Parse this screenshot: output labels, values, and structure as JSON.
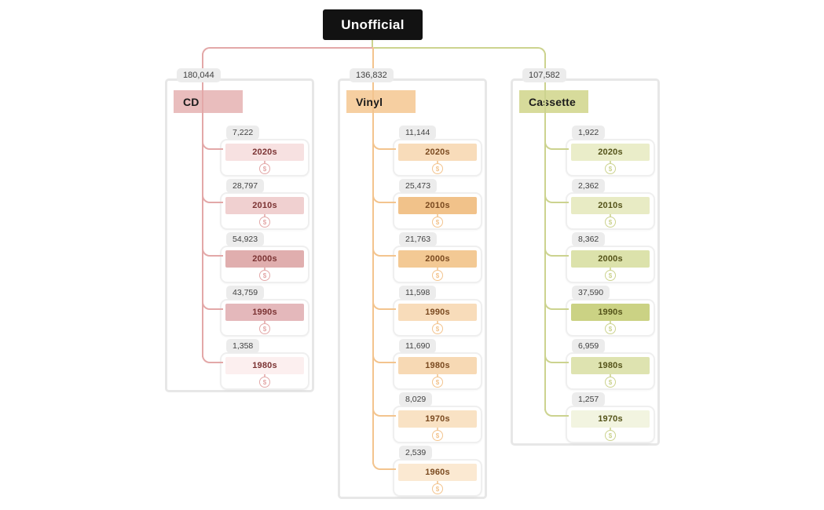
{
  "root": {
    "label": "Unofficial",
    "bg": "#121212",
    "text_color": "#ffffff"
  },
  "icon": {
    "name": "dollar-circle-icon",
    "glyph": "$"
  },
  "badge_bg": "#ececec",
  "groups": [
    {
      "name": "CD",
      "total": "180,044",
      "colors": {
        "line": "#e3a8a8",
        "header_bg": "#e9bdbd",
        "label_text": "#7b3333"
      },
      "children": [
        {
          "label": "2020s",
          "count": "7,222",
          "bar_bg": "#f7e1e1"
        },
        {
          "label": "2010s",
          "count": "28,797",
          "bar_bg": "#f0d0d0"
        },
        {
          "label": "2000s",
          "count": "54,923",
          "bar_bg": "#e0aeae"
        },
        {
          "label": "1990s",
          "count": "43,759",
          "bar_bg": "#e4b8bb"
        },
        {
          "label": "1980s",
          "count": "1,358",
          "bar_bg": "#fcefef"
        }
      ]
    },
    {
      "name": "Vinyl",
      "total": "136,832",
      "colors": {
        "line": "#f3c48e",
        "header_bg": "#f6cfa1",
        "label_text": "#7a4a20"
      },
      "children": [
        {
          "label": "2020s",
          "count": "11,144",
          "bar_bg": "#f8dcba"
        },
        {
          "label": "2010s",
          "count": "25,473",
          "bar_bg": "#f1c28a"
        },
        {
          "label": "2000s",
          "count": "21,763",
          "bar_bg": "#f3c994"
        },
        {
          "label": "1990s",
          "count": "11,598",
          "bar_bg": "#f8dcba"
        },
        {
          "label": "1980s",
          "count": "11,690",
          "bar_bg": "#f7d9b4"
        },
        {
          "label": "1970s",
          "count": "8,029",
          "bar_bg": "#f9e2c4"
        },
        {
          "label": "1960s",
          "count": "2,539",
          "bar_bg": "#fbe9d2"
        }
      ]
    },
    {
      "name": "Cassette",
      "total": "107,582",
      "colors": {
        "line": "#ccd38f",
        "header_bg": "#d7db9b",
        "label_text": "#545319"
      },
      "children": [
        {
          "label": "2020s",
          "count": "1,922",
          "bar_bg": "#eaedc9"
        },
        {
          "label": "2010s",
          "count": "2,362",
          "bar_bg": "#e8ebc4"
        },
        {
          "label": "2000s",
          "count": "8,362",
          "bar_bg": "#dce2ab"
        },
        {
          "label": "1990s",
          "count": "37,590",
          "bar_bg": "#cbd284"
        },
        {
          "label": "1980s",
          "count": "6,959",
          "bar_bg": "#dee3b0"
        },
        {
          "label": "1970s",
          "count": "1,257",
          "bar_bg": "#f2f4e0"
        }
      ]
    }
  ]
}
